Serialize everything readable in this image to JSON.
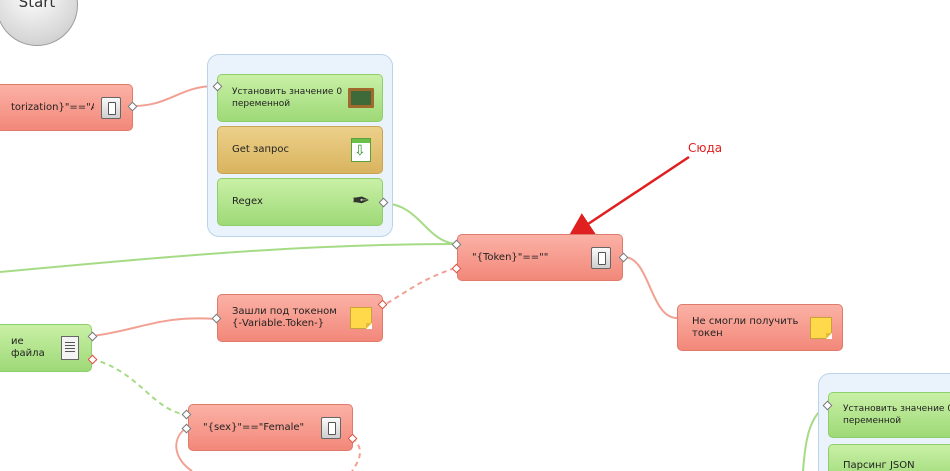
{
  "start_label": "Start",
  "annotation": "Сюда",
  "nodes": {
    "auth_check": "torization}\"==\"API",
    "set_value_1": "Установить значение 0\nпеременной",
    "get_request": "Get запрос",
    "regex": "Regex",
    "token_check": "\"{Token}\"==\"\"",
    "logged_in": "Зашли под токеном\n{-Variable.Token-}",
    "token_failed": "Не смогли получить\nтокен",
    "file_action": "ие файла",
    "sex_check": "\"{sex}\"==\"Female\"",
    "set_value_2": "Установить значение 0\nпеременной",
    "parse_json": "Парсинг JSON"
  },
  "icons": {
    "auth_check": "switch-icon",
    "set_value": "chalkboard-icon",
    "get_request": "download-icon",
    "regex": "pen-nib-icon",
    "note": "sticky-note-icon",
    "file": "document-icon"
  },
  "colors": {
    "condition": "#f2887a",
    "action": "#9ed977",
    "request": "#d9b45f",
    "success_link": "#a6db86",
    "error_link": "#f2a092",
    "annotation": "#e02020"
  }
}
